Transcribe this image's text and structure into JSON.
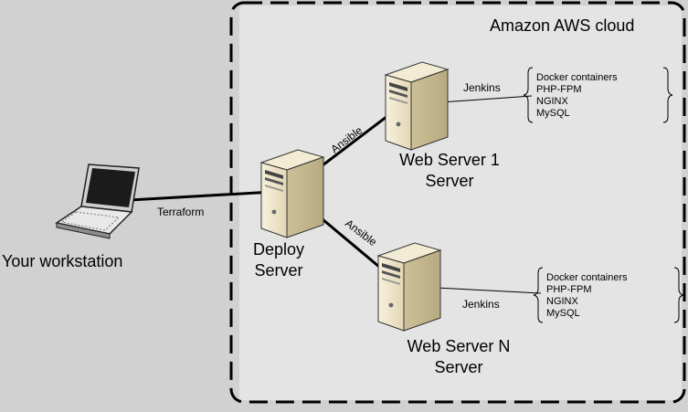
{
  "cloud": {
    "title": "Amazon AWS cloud"
  },
  "workstation": {
    "label": "Your workstation"
  },
  "deploy": {
    "line1": "Deploy",
    "line2": "Server"
  },
  "web1": {
    "line1": "Web Server 1",
    "line2": "Server"
  },
  "webN": {
    "line1": "Web Server N",
    "line2": "Server"
  },
  "edges": {
    "terraform": "Terraform",
    "ansible_top": "Ansible",
    "ansible_bottom": "Ansible",
    "jenkins_top": "Jenkins",
    "jenkins_bottom": "Jenkins"
  },
  "stack_top": [
    "Docker containers",
    "PHP-FPM",
    "NGINX",
    "MySQL"
  ],
  "stack_bottom": [
    "Docker containers",
    "PHP-FPM",
    "NGINX",
    "MySQL"
  ],
  "colors": {
    "page_bg": "#d1d1d1",
    "cloud_bg": "#e4e4e4",
    "server_body": "#efe6cb",
    "server_shadow": "#cbbf9c",
    "line": "#000000"
  },
  "icons": {
    "workstation": "laptop-icon",
    "server": "server-tower-icon"
  }
}
